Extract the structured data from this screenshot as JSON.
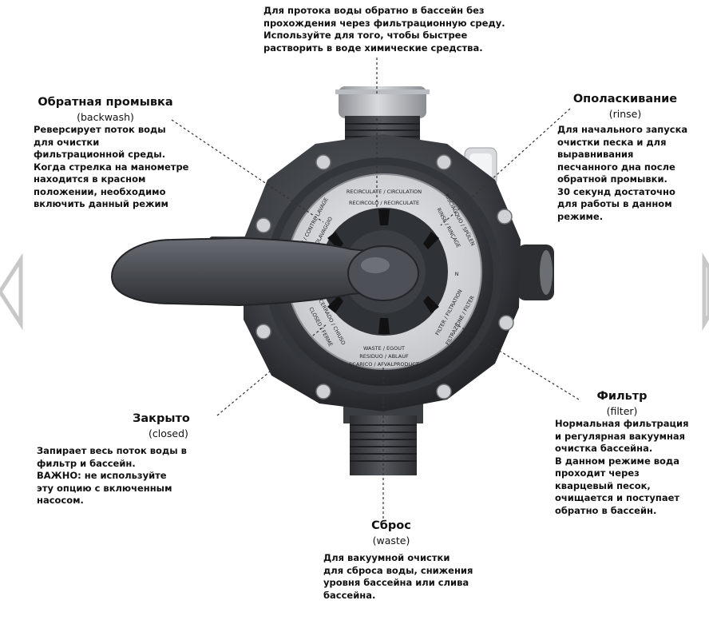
{
  "recirculate": {
    "desc": "Для протока воды обратно в бассейн без\nпрохождения через фильтрационную среду.\nИспользуйте для того, чтобы быстрее\nрастворить в воде химические средства."
  },
  "backwash": {
    "title": "Обратная промывка",
    "subtitle": "(backwash)",
    "desc": "Реверсирует поток воды\nдля очистки\nфильтрационной среды.\nКогда стрелка на манометре\nнаходится в красном\nположении, необходимо\nвключить данный режим"
  },
  "rinse": {
    "title": "Ополаскивание",
    "subtitle": "(rinse)",
    "desc": "Для начального запуска\nочистки песка и для\nвыравнивания\nпесчанного дна после\nобратной промывки.\n30 секунд достаточно\nдля работы в данном\nрежиме."
  },
  "closed": {
    "title": "Закрыто",
    "subtitle": "(closed)",
    "desc": "Запирает весь поток воды в\nфильтр и бассейн.\nВАЖНО: не используйте\nэту опцию с включенным\nнасосом."
  },
  "filter": {
    "title": "Фильтр",
    "subtitle": "(filter)",
    "desc": "Нормальная фильтрация\nи регулярная вакуумная\nочистка бассейна.\nВ данном режиме вода\nпроходит через\nкварцевый песок,\nочищается и поступает\nобратно в бассейн."
  },
  "waste": {
    "title": "Сброс",
    "subtitle": "(waste)",
    "desc": "Для вакуумной очистки\nдля сброса воды, снижения\nуровня бассейна или слива\nбассейна."
  },
  "dial": {
    "recirculate": "RECIRCULATE / CIRCULATION",
    "recirculate2": "RECIRCOLO / RECIRCULATE",
    "rinse": "RINSE / RINÇAGE",
    "rinse2": "RISCIACQUO / SPÜLEN",
    "filter": "FILTER / FILTRATION",
    "filter2": "FILTRAZIONE / FILTER",
    "waste": "WASTE / EGOUT",
    "waste2": "RESIDUO / ABLAUF",
    "waste3": "SCARICO / AFVALPRODUCT",
    "closed": "CLOSED / FERMÉ",
    "closed2": "CERRADO / CHIUSO",
    "backwash": "BACKWASH / CONTRE LAVAGE",
    "backwash2": "CONTROLAVAGGIO",
    "n": "N"
  },
  "colors": {
    "body": "#3f4247",
    "dark": "#2a2c30",
    "face": "#d8dade",
    "connector": "#a9acb0",
    "text": "#111111"
  }
}
